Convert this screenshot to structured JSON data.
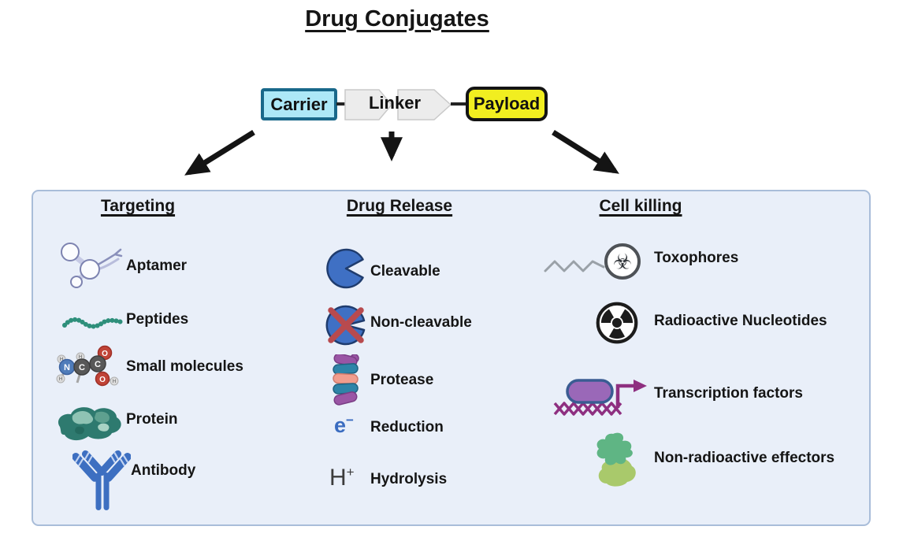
{
  "title": "Drug Conjugates",
  "schematic": {
    "carrier": "Carrier",
    "linker": "Linker",
    "payload": "Payload"
  },
  "columns": [
    {
      "header": "Targeting",
      "items": [
        {
          "label": "Aptamer"
        },
        {
          "label": "Peptides"
        },
        {
          "label": "Small molecules"
        },
        {
          "label": "Protein"
        },
        {
          "label": "Antibody"
        }
      ]
    },
    {
      "header": "Drug Release",
      "items": [
        {
          "label": "Cleavable"
        },
        {
          "label": "Non-cleavable"
        },
        {
          "label": "Protease"
        },
        {
          "label": "Reduction",
          "symbol": "e",
          "superscript": "−"
        },
        {
          "label": "Hydrolysis",
          "symbol": "H",
          "superscript": "+"
        }
      ]
    },
    {
      "header": "Cell killing",
      "items": [
        {
          "label": "Toxophores",
          "glyph": "☣"
        },
        {
          "label": "Radioactive Nucleotides"
        },
        {
          "label": "Transcription factors"
        },
        {
          "label": "Non-radioactive effectors"
        }
      ]
    }
  ],
  "atom_labels": {
    "nitrogen": "N",
    "carbon": "C",
    "oxygen": "O",
    "hydrogen": "H"
  },
  "colors": {
    "carrier_fill": "#ade8f7",
    "carrier_border": "#19688a",
    "linker_fill": "#ececec",
    "payload_fill": "#f1ee20",
    "panel_fill": "#e9eff9",
    "panel_border": "#a9bdd9",
    "antibody_blue": "#3d6fc1",
    "peptide_teal": "#2e8f7b",
    "protease_purple": "#9a55a5",
    "tf_magenta": "#8e2f80",
    "cross_red": "#b84a4e",
    "electron_blue": "#3a6cc0",
    "arrow_black": "#141414"
  }
}
